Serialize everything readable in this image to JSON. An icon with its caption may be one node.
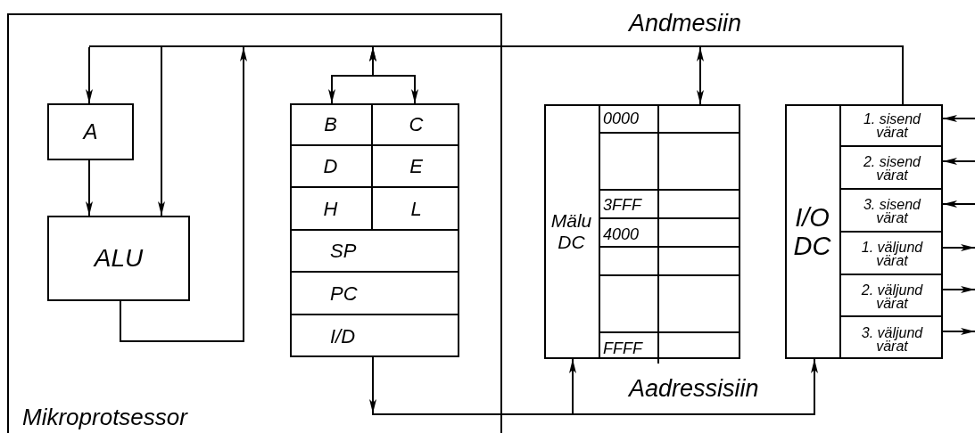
{
  "diagram": {
    "nodes": [
      {
        "text": [
          "Mikroprotsessor"
        ]
      },
      {
        "text": [
          "A"
        ],
        "in": 0
      },
      {
        "text": [
          "ALU"
        ],
        "in": 0
      },
      {
        "text": [],
        "shape": "box",
        "in": 0
      },
      {
        "text": [
          "B"
        ],
        "in": 3
      },
      {
        "text": [
          "C"
        ],
        "in": 3
      },
      {
        "text": [
          "D"
        ],
        "in": 3
      },
      {
        "text": [
          "E"
        ],
        "in": 3
      },
      {
        "text": [
          "H"
        ],
        "in": 3
      },
      {
        "text": [
          "L"
        ],
        "in": 3
      },
      {
        "text": [
          "SP"
        ],
        "in": 3
      },
      {
        "text": [
          "PC"
        ],
        "in": 3
      },
      {
        "text": [
          "I/D"
        ],
        "in": 3
      },
      {
        "text": [],
        "shape": "box"
      },
      {
        "text": [
          "Mälu DC"
        ],
        "in": 13
      },
      {
        "text": [],
        "shape": "box"
      },
      {
        "text": [
          "I/O DC"
        ],
        "in": 15
      },
      {
        "text": [
          "1. sisend värat"
        ],
        "in": 15
      },
      {
        "text": [
          "2. sisend värat"
        ],
        "in": 15
      },
      {
        "text": [
          "3. sisend värat"
        ],
        "in": 15
      },
      {
        "text": [
          "1. väljund värat"
        ],
        "in": 15
      },
      {
        "text": [
          "2. väljund värat"
        ],
        "in": 15
      },
      {
        "text": [
          "3. väljund värat"
        ],
        "in": 15
      },
      {
        "text": [],
        "shape": "bar",
        "beside": [
          "Andmesiin"
        ]
      },
      {
        "text": [],
        "shape": "bar",
        "beside": [
          "Aadressisiin"
        ]
      }
    ],
    "edges": [
      {
        "from": 23,
        "to": 1,
        "arrow": "to"
      },
      {
        "from": 23,
        "to": 2,
        "arrow": "to"
      },
      {
        "from": 1,
        "to": 2,
        "arrow": "to"
      },
      {
        "from": 2,
        "to": 23,
        "arrow": "to"
      },
      {
        "from": 23,
        "to": 4,
        "arrow": "both"
      },
      {
        "from": 23,
        "to": 5,
        "arrow": "both"
      },
      {
        "from": 23,
        "to": 13,
        "arrow": "both"
      },
      {
        "from": 23,
        "to": 15,
        "arrow": "none"
      },
      {
        "from": 12,
        "to": 24,
        "arrow": "to"
      },
      {
        "from": 24,
        "to": 14,
        "arrow": "to"
      },
      {
        "from": 24,
        "to": 16,
        "arrow": "to"
      },
      {
        "from": null,
        "to": 17,
        "arrow": "to"
      },
      {
        "from": null,
        "to": 18,
        "arrow": "to"
      },
      {
        "from": null,
        "to": 19,
        "arrow": "to"
      },
      {
        "from": 20,
        "to": null,
        "arrow": "to"
      },
      {
        "from": 21,
        "to": null,
        "arrow": "to"
      },
      {
        "from": 22,
        "to": null,
        "arrow": "to"
      }
    ],
    "labels": [
      "0000",
      "3FFF",
      "4000",
      "FFFF"
    ]
  }
}
